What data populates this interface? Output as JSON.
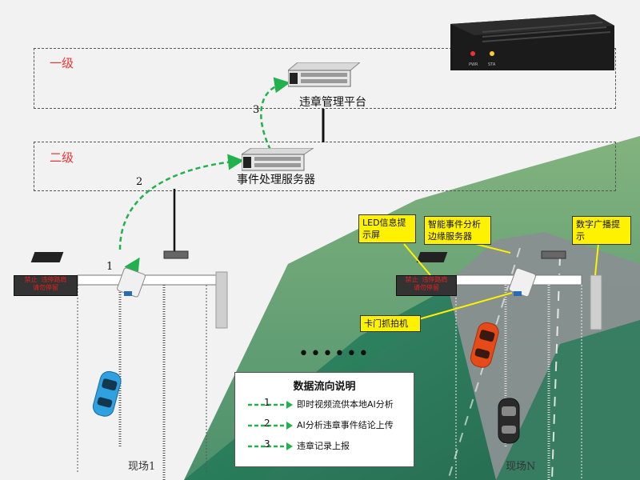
{
  "levels": {
    "level1": "一级",
    "level2": "二级"
  },
  "nodes": {
    "platform": "违章管理平台",
    "event_server": "事件处理服务器"
  },
  "device_leds": {
    "left": "PWR",
    "right": "STA"
  },
  "callouts": {
    "led_screen": "LED信息提示屏",
    "edge_server": "智能事件分析边缘服务器",
    "broadcast": "数字广播提示",
    "camera": "卡门抓拍机"
  },
  "flow_numbers": {
    "n1": "1",
    "n2": "2",
    "n3": "3"
  },
  "led_screens": {
    "left_line1": "禁止 违停路肩",
    "left_line2": "请勿停留",
    "right_line1": "禁止 违停路肩",
    "right_line2": "请勿停留"
  },
  "sites": {
    "site1": "现场1",
    "siteN": "现场N"
  },
  "ellipsis": "••••••",
  "legend": {
    "title": "数据流向说明",
    "rows": [
      {
        "num": "1",
        "text": "即时视频流供本地AI分析"
      },
      {
        "num": "2",
        "text": "AI分析违章事件结论上传"
      },
      {
        "num": "3",
        "text": "违章记录上报"
      }
    ]
  },
  "colors": {
    "flow_arrow": "#22b14c",
    "level_label": "#e53935",
    "callout_bg": "#fff200",
    "highway_green": "#2e8b57"
  }
}
